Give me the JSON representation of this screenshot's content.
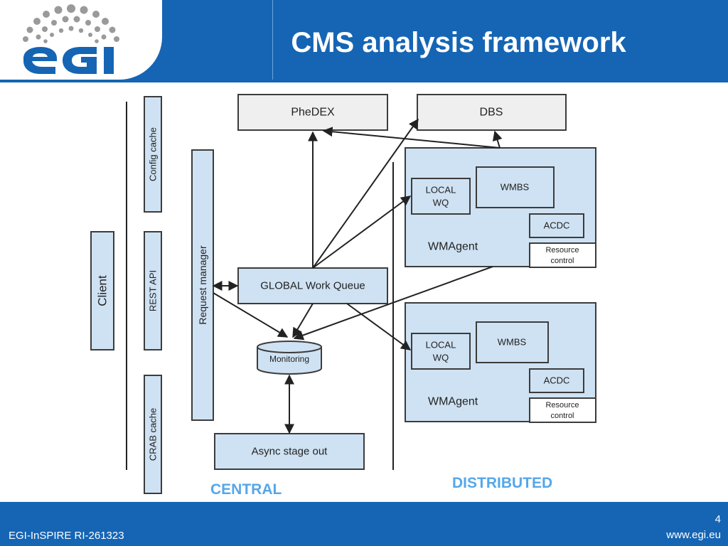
{
  "header": {
    "title": "CMS analysis framework",
    "logo_text": "egi"
  },
  "diagram": {
    "left_column": {
      "config_cache": "Config cache",
      "rest_api": "REST API",
      "crab_cache": "CRAB cache"
    },
    "client": "Client",
    "request_manager": "Request manager",
    "phedex": "PheDEX",
    "dbs": "DBS",
    "global_work_queue": "GLOBAL Work Queue",
    "monitoring": "Monitoring",
    "async_stage_out": "Async stage out",
    "agents": [
      {
        "local_wq": [
          "LOCAL",
          "WQ"
        ],
        "wmbs": "WMBS",
        "acdc": "ACDC",
        "resource_control": [
          "Resource",
          "control"
        ],
        "wmagent": "WMAgent"
      },
      {
        "local_wq": [
          "LOCAL",
          "WQ"
        ],
        "wmbs": "WMBS",
        "acdc": "ACDC",
        "resource_control": [
          "Resource",
          "control"
        ],
        "wmagent": "WMAgent"
      }
    ],
    "central_label": "CENTRAL",
    "distributed_label": "DISTRIBUTED"
  },
  "footer": {
    "project": "EGI-InSPIRE RI-261323",
    "page": "4",
    "url": "www.egi.eu"
  },
  "colors": {
    "brand_blue": "#1565b4",
    "box_fill": "#cfe2f3",
    "label_blue": "#55a7ea"
  }
}
